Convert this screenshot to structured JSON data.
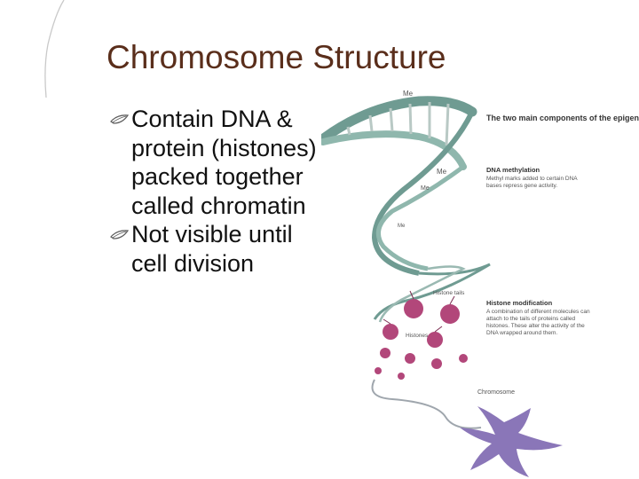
{
  "title": "Chromosome Structure",
  "bullets": [
    {
      "text": "Contain DNA & protein (histones) packed together called chromatin"
    },
    {
      "text": "Not visible until cell division"
    }
  ],
  "figure": {
    "heading": "The two main components of the epigenetic code",
    "methylation_heading": "DNA methylation",
    "methylation_desc": "Methyl marks added to certain DNA bases repress gene activity.",
    "me_label": "Me",
    "histone_tails_label": "Histone tails",
    "histone_mod_heading": "Histone modification",
    "histone_mod_desc": "A combination of different molecules can attach to the tails of proteins called histones. These alter the activity of the DNA wrapped around them.",
    "histones_label": "Histones",
    "chromosome_label": "Chromosome"
  },
  "colors": {
    "title": "#5a2e1b",
    "arc": "#c9c9c9",
    "dna_backbone": "#6f9b92",
    "histone": "#b2477a",
    "chromosome": "#8a76b8"
  }
}
